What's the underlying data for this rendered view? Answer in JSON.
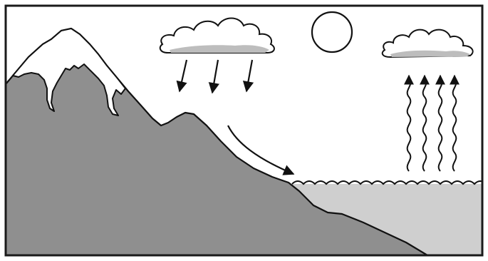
{
  "diagram": {
    "colors": {
      "frame": "#1a1a1a",
      "mountain": "#8f8f8f",
      "snow": "#ffffff",
      "water": "#cfcfcf",
      "cloud_fill": "#ffffff",
      "cloud_shade": "#bdbdbd",
      "sky": "#ffffff",
      "ink": "#111111"
    },
    "elements": {
      "rain_arrows": 3,
      "evaporation_arrows": 4,
      "runoff_arrows": 1,
      "clouds": 2,
      "sun": 1
    }
  }
}
